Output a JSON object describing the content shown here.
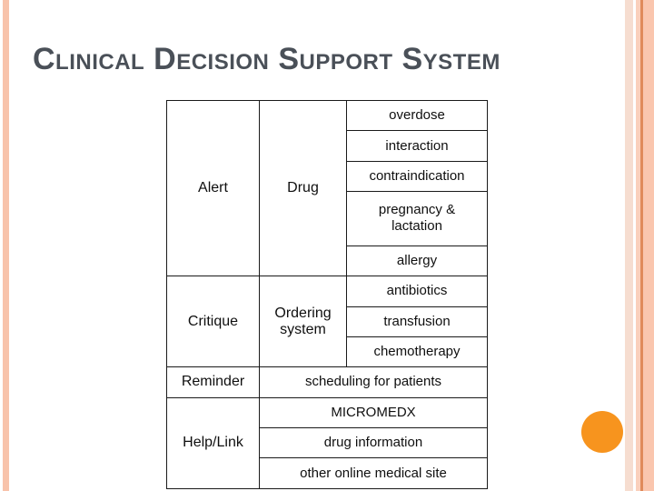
{
  "slide": {
    "title": "Clinical Decision Support System",
    "background_color": "#FFFFFF",
    "accent_color": "#F7941E",
    "stripe_color": "#F8C3AB",
    "title_color": "#4A5058"
  },
  "decor": {
    "left_stripe_name": "left-accent-stripe",
    "right_stripe_name": "right-accent-stripe",
    "circle_name": "orange-decorative-circle"
  },
  "table": {
    "rows": [
      {
        "category": "Alert",
        "subsystem": "Drug",
        "item": "overdose"
      },
      {
        "category": "Alert",
        "subsystem": "Drug",
        "item": "interaction"
      },
      {
        "category": "Alert",
        "subsystem": "Drug",
        "item": "contraindication"
      },
      {
        "category": "Alert",
        "subsystem": "Drug",
        "item": "pregnancy & lactation"
      },
      {
        "category": "Alert",
        "subsystem": "Drug",
        "item": "allergy"
      },
      {
        "category": "Critique",
        "subsystem": "Ordering system",
        "item": "antibiotics"
      },
      {
        "category": "Critique",
        "subsystem": "Ordering system",
        "item": "transfusion"
      },
      {
        "category": "Critique",
        "subsystem": "Ordering system",
        "item": "chemotherapy"
      },
      {
        "category": "Reminder",
        "subsystem": "",
        "item": "scheduling for patients"
      },
      {
        "category": "Help/Link",
        "subsystem": "",
        "item": "MICROMEDX"
      },
      {
        "category": "Help/Link",
        "subsystem": "",
        "item": "drug information"
      },
      {
        "category": "Help/Link",
        "subsystem": "",
        "item": "other online medical site"
      }
    ],
    "categories": {
      "alert": "Alert",
      "critique": "Critique",
      "reminder": "Reminder",
      "help_link": "Help/Link"
    },
    "subsystems": {
      "drug": "Drug",
      "ordering_system_line1": "Ordering",
      "ordering_system_line2": "system"
    },
    "items": {
      "overdose": "overdose",
      "interaction": "interaction",
      "contraindication": "contraindication",
      "pregnancy_line1": "pregnancy &",
      "pregnancy_line2": "lactation",
      "allergy": "allergy",
      "antibiotics": "antibiotics",
      "transfusion": "transfusion",
      "chemotherapy": "chemotherapy",
      "scheduling": "scheduling for patients",
      "micromedx": "MICROMEDX",
      "drug_information": "drug information",
      "other_online": "other online medical site"
    }
  }
}
